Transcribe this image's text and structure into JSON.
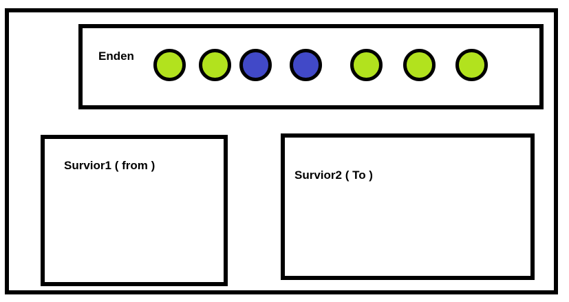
{
  "background_color": "#FFFFFF",
  "outline_color": "#000000",
  "enden": {
    "label": "Enden",
    "circles": [
      {
        "id": "circle-1",
        "color_name": "green",
        "color_hex": "#B2E21E"
      },
      {
        "id": "circle-2",
        "color_name": "green",
        "color_hex": "#B2E21E"
      },
      {
        "id": "circle-3",
        "color_name": "blue",
        "color_hex": "#4149C8"
      },
      {
        "id": "circle-4",
        "color_name": "blue",
        "color_hex": "#4149C8"
      },
      {
        "id": "circle-5",
        "color_name": "green",
        "color_hex": "#B2E21E"
      },
      {
        "id": "circle-6",
        "color_name": "green",
        "color_hex": "#B2E21E"
      },
      {
        "id": "circle-7",
        "color_name": "green",
        "color_hex": "#B2E21E"
      }
    ]
  },
  "survior1": {
    "label": "Survior1 ( from )"
  },
  "survior2": {
    "label": "Survior2 ( To )"
  }
}
